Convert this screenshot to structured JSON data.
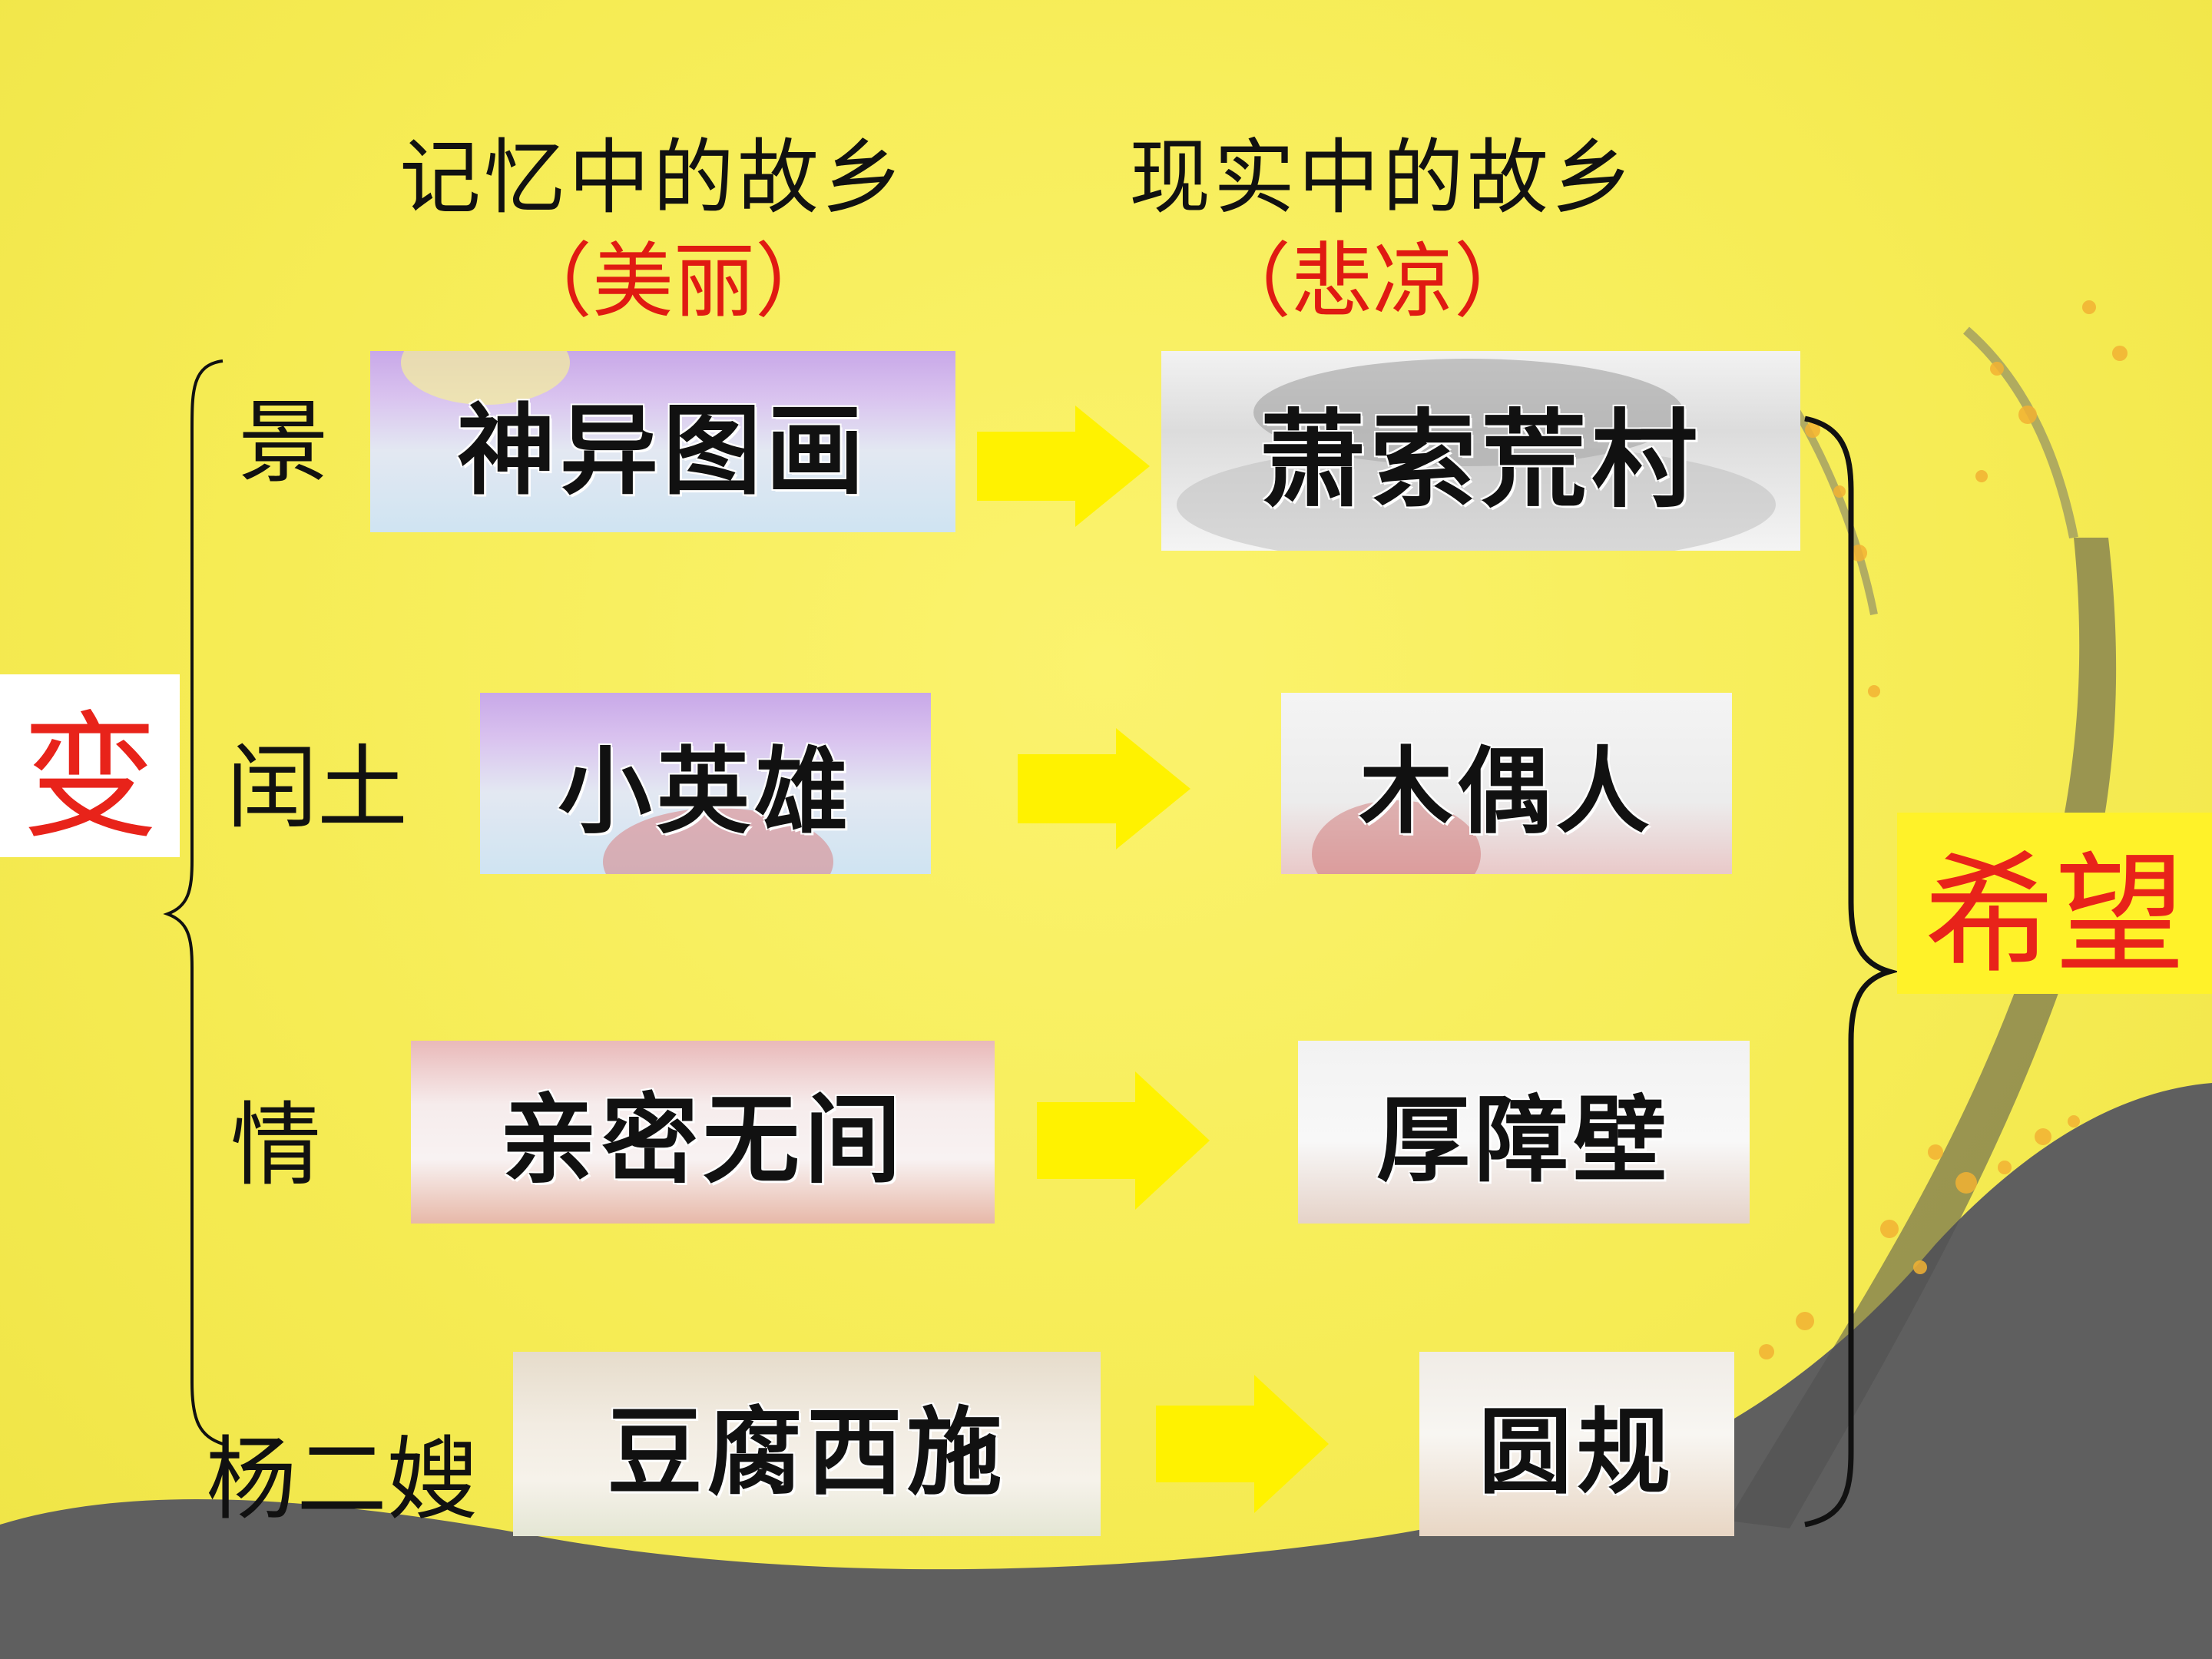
{
  "headers": {
    "memory_title": "记忆中的故乡",
    "memory_sub": "（美丽）",
    "reality_title": "现实中的故乡",
    "reality_sub": "（悲凉）"
  },
  "left_label": "变",
  "right_label": "希望",
  "rows": [
    {
      "category": "景",
      "memory": "神异图画",
      "reality": "萧索荒村"
    },
    {
      "category": "闰土",
      "memory": "小英雄",
      "reality": "木偶人"
    },
    {
      "category": "情",
      "memory": "亲密无间",
      "reality": "厚障壁"
    },
    {
      "category": "杨二嫂",
      "memory": "豆腐西施",
      "reality": "圆规"
    }
  ],
  "colors": {
    "background": "#f6ec55",
    "accent_red": "#e8231a",
    "arrow_yellow": "#fff200",
    "hill_gray": "#5f5f5f"
  }
}
